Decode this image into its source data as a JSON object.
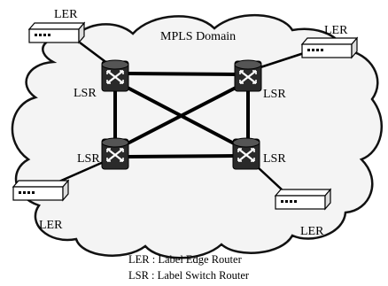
{
  "domain_label": "MPLS Domain",
  "ler_label": "LER",
  "lsr_label": "LSR",
  "legend": [
    "LER : Label Edge Router",
    "LSR : Label Switch Router"
  ],
  "colors": {
    "cloud_fill": "#f4f4f4",
    "cloud_stroke": "#111111",
    "link": "#000000",
    "router_fill": "#222222",
    "device_fill": "#ffffff"
  },
  "icons": {
    "lsr": "label-switch-router-icon",
    "ler": "label-edge-router-icon"
  }
}
